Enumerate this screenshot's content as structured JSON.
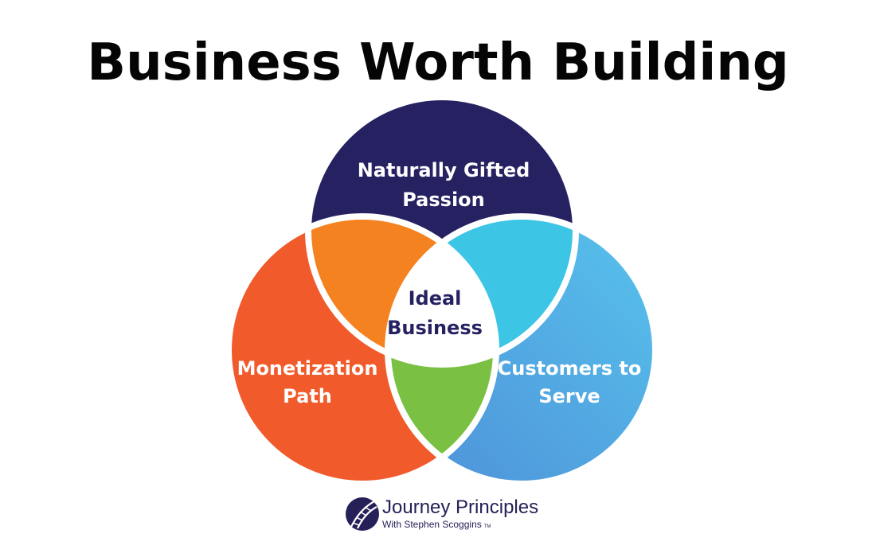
{
  "title": "Business Worth Building",
  "circles": {
    "top": {
      "label_line1": "Naturally Gifted",
      "label_line2": "Passion",
      "color": "#262262"
    },
    "left": {
      "label_line1": "Monetization",
      "label_line2": "Path",
      "color": "#F15A2B"
    },
    "right": {
      "label_line1": "Customers to",
      "label_line2": "Serve",
      "color_start": "#4E8FD8",
      "color_end": "#57C3EC"
    }
  },
  "overlaps": {
    "top_left": {
      "color": "#F48220"
    },
    "top_right": {
      "color": "#3CC5E4"
    },
    "left_right": {
      "color": "#7AC043"
    }
  },
  "center": {
    "label_line1": "Ideal",
    "label_line2": "Business",
    "color": "#262262"
  },
  "logo": {
    "name": "Journey Principles",
    "subtitle": "With Stephen Scoggins",
    "mark": "TM",
    "color": "#252057"
  }
}
